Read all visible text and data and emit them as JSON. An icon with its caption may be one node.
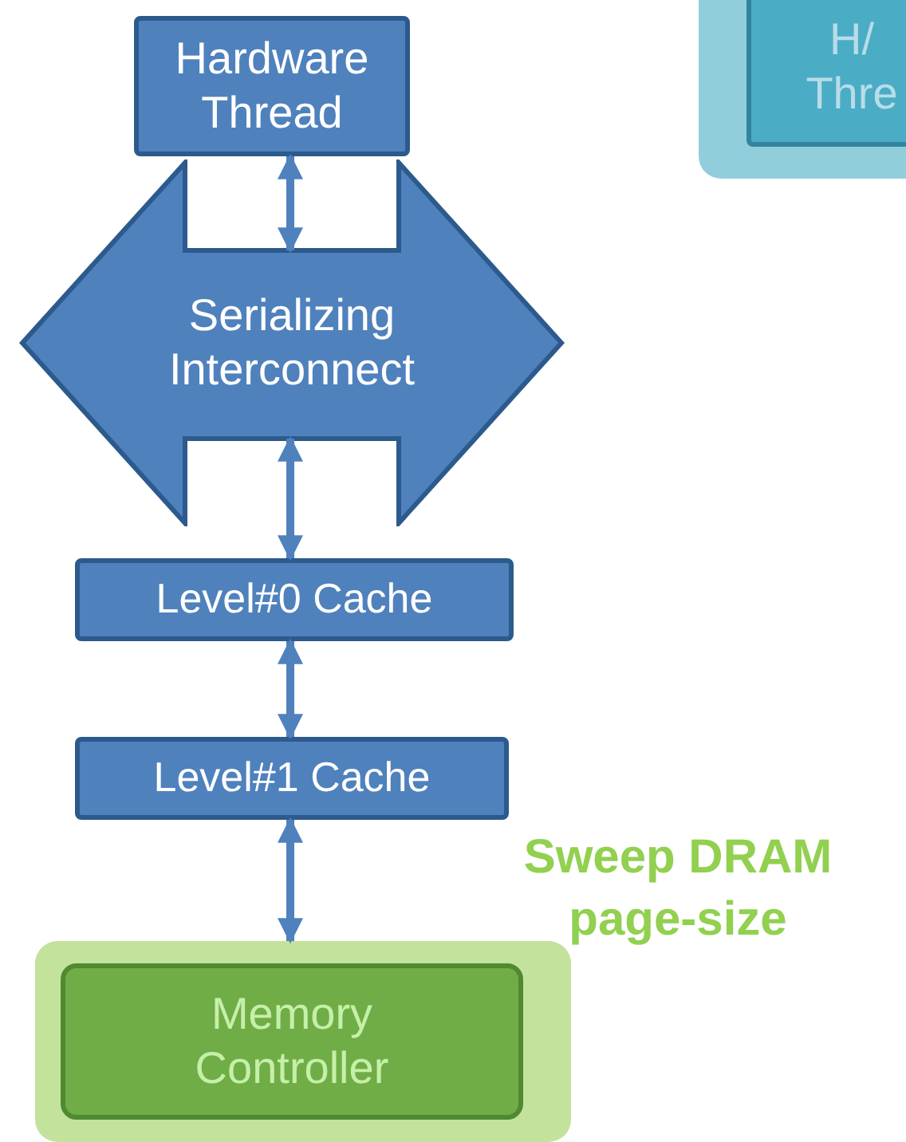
{
  "diagram": {
    "nodes": [
      {
        "text": [
          "Hardware Thread"
        ]
      },
      {
        "text": [
          "Serializing Interconnect"
        ]
      },
      {
        "text": [
          "Level#0 Cache"
        ]
      },
      {
        "text": [
          "Level#1 Cache"
        ]
      },
      {
        "text": [],
        "shape": "box"
      },
      {
        "text": [
          "Memory Controller"
        ],
        "in": 4
      },
      {
        "text": [],
        "shape": "box"
      },
      {
        "text": [
          "H/ Thre"
        ],
        "in": 6
      }
    ],
    "edges": [
      {
        "from": 0,
        "to": 1,
        "arrow": "both"
      },
      {
        "from": 1,
        "to": 2,
        "arrow": "both"
      },
      {
        "from": 2,
        "to": 3,
        "arrow": "both"
      },
      {
        "from": 3,
        "to": 4,
        "arrow": "both"
      }
    ],
    "labels": [
      "Sweep DRAM page-size"
    ]
  }
}
